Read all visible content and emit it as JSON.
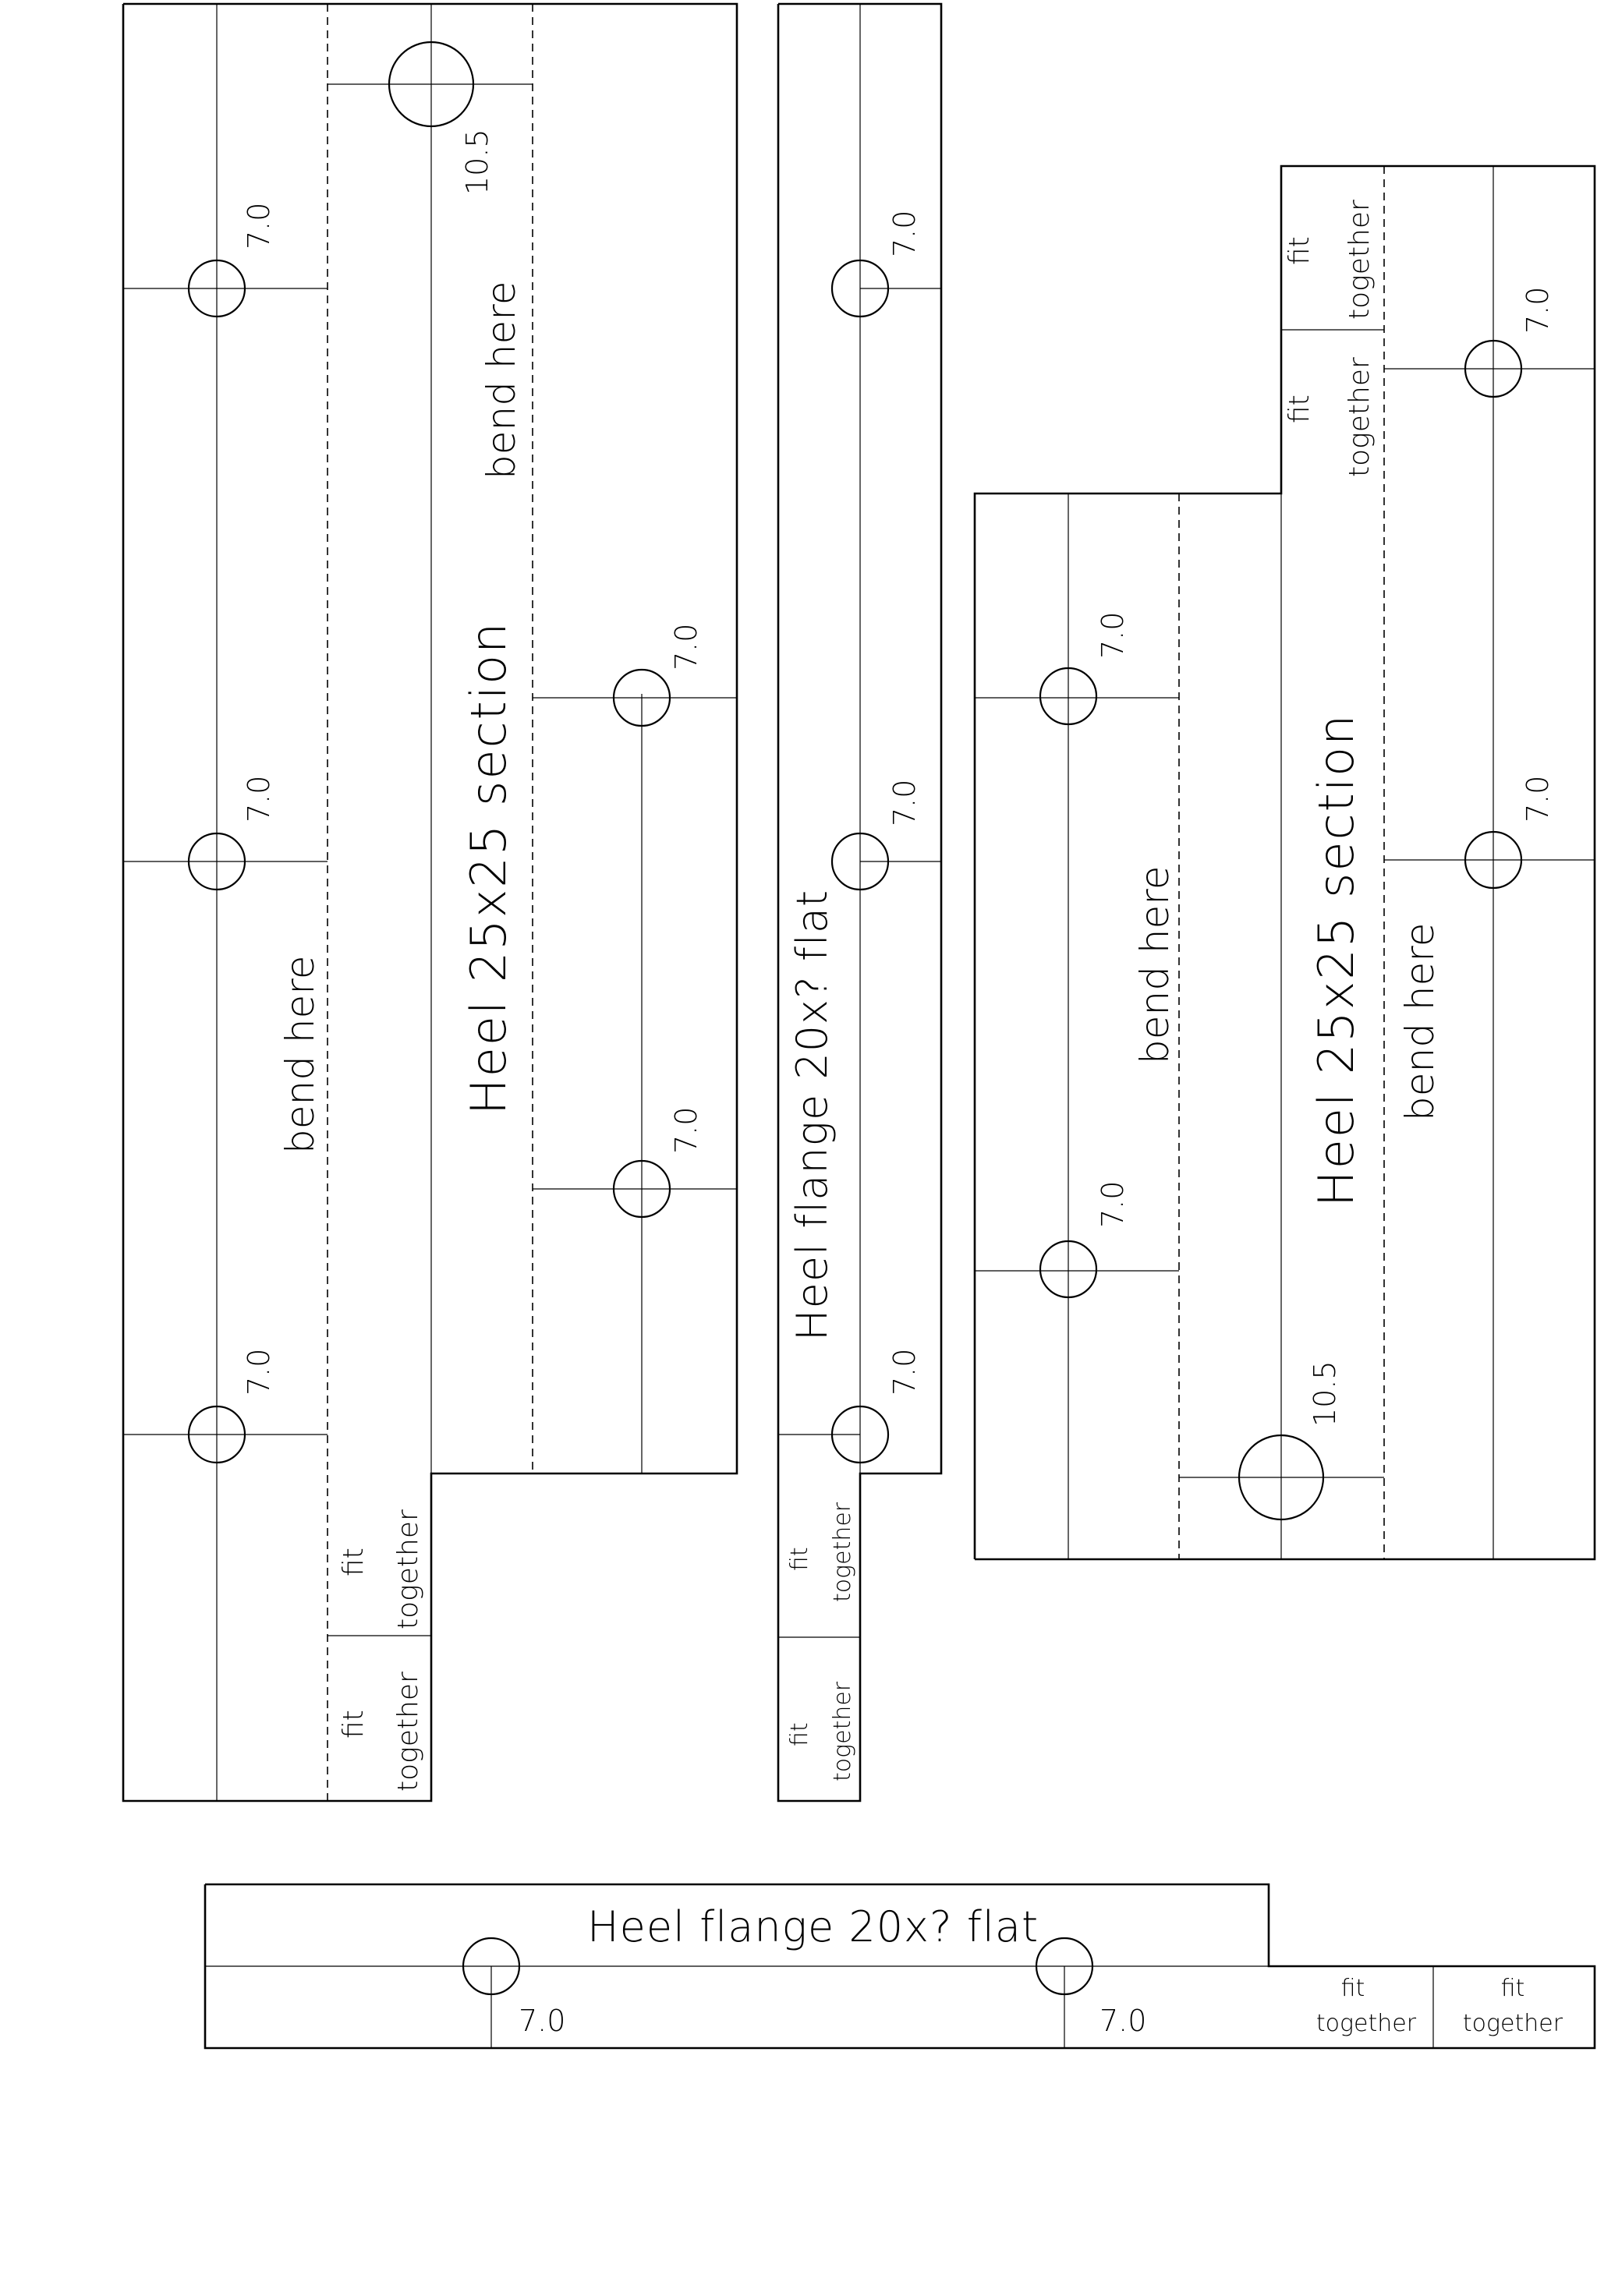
{
  "texts": {
    "heel_section_title": "Heel 25x25 section",
    "heel_flange_title": "Heel flange 20x? flat",
    "bend_here": "bend here",
    "fit_line1": "fit",
    "fit_line2": "together",
    "hole_7": "7.0",
    "hole_10_5": "10.5"
  }
}
